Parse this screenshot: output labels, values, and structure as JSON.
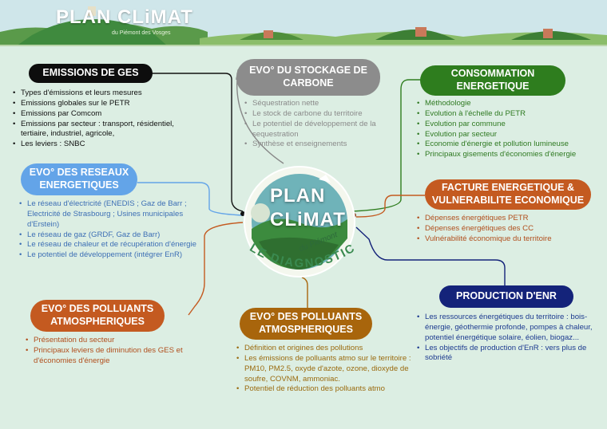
{
  "banner": {
    "title": "PLAN CLiMAT",
    "subtitle": "du Piémont des Vosges"
  },
  "center": {
    "title_line1": "PLAN",
    "title_line2": "CLiMAT",
    "subtitle": "du Piémont",
    "caption": "LE DIAGNOSTIC"
  },
  "colors": {
    "black": "#111111",
    "grey": "#888888",
    "green": "#2e7d1e",
    "blue": "#63a4e8",
    "orange": "#c45a20",
    "navy": "#14237a",
    "gold": "#a8650c"
  },
  "nodes": {
    "ges": {
      "title": "EMISSIONS DE GES",
      "items": [
        "Types d'émissions et leurs mesures",
        "Emissions globales sur le PETR",
        "Emissions par Comcom",
        "Emissions par secteur : transport, résidentiel, tertiaire, industriel, agricole,",
        "Les leviers : SNBC"
      ]
    },
    "stockage": {
      "title": "EVO° DU STOCKAGE DE\nCARBONE",
      "items": [
        "Séquestration nette",
        "Le stock de carbone du territoire",
        "Le potentiel de développement de la sequestration",
        "Synthèse et enseignements"
      ]
    },
    "consommation": {
      "title": "CONSOMMATION\nENERGETIQUE",
      "items": [
        "Méthodologie",
        "Evolution à l'échelle du PETR",
        "Evolution par commune",
        "Evolution par secteur",
        "Economie d'énergie et pollution lumineuse",
        "Principaux gisements d'économies d'énergie"
      ]
    },
    "reseaux": {
      "title": "EVO° DES RESEAUX\nENERGETIQUES",
      "items": [
        "Le réseau d'électricité (ENEDIS ; Gaz de Barr ; Electricité de Strasbourg ; Usines municipales d'Erstein)",
        "Le réseau de gaz (GRDF, Gaz de Barr)",
        "Le réseau de chaleur et de récupération d'énergie",
        "Le potentiel de développement (intégrer EnR)"
      ]
    },
    "facture": {
      "title": "FACTURE ENERGETIQUE &\nVULNERABILITE ECONOMIQUE",
      "items": [
        "Dépenses énergétiques PETR",
        "Dépenses énergétiques des CC",
        "Vulnérabilité économique du territoire"
      ]
    },
    "production": {
      "title": "PRODUCTION D'ENR",
      "items": [
        "Les ressources énergétiques du territoire : bois-énergie, géothermie profonde, pompes à chaleur, potentiel énergétique solaire, éolien, biogaz...",
        "Les objectifs de production d'EnR : vers plus de sobriété"
      ]
    },
    "polluants_left": {
      "title": "EVO° DES POLLUANTS\nATMOSPHERIQUES",
      "items": [
        "Présentation du secteur",
        "Principaux leviers de diminution des GES et d'économies d'énergie"
      ]
    },
    "polluants_center": {
      "title": "EVO° DES POLLUANTS\nATMOSPHERIQUES",
      "items": [
        "Définition et origines des pollutions",
        "Les émissions de polluants atmo sur le territoire : PM10, PM2.5, oxyde d'azote, ozone, dioxyde de soufre, COVNM, ammoniac.",
        "Potentiel de réduction des polluants atmo"
      ]
    }
  }
}
